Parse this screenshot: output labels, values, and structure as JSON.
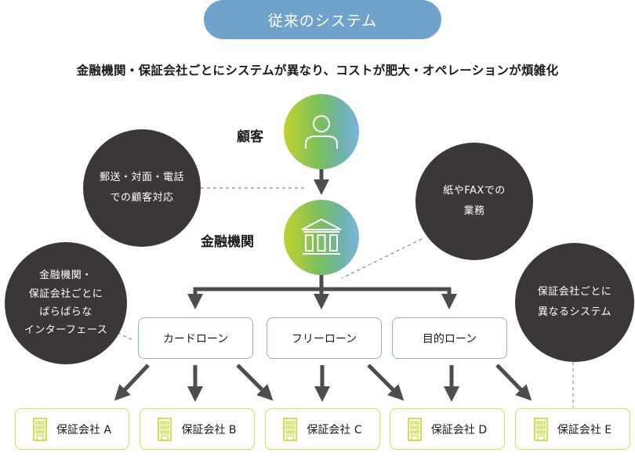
{
  "header": {
    "title": "従来のシステム",
    "subtitle": "金融機関・保証会社ごとにシステムが異なり、コストが肥大・オペレーションが煩雑化"
  },
  "nodes": {
    "customer": {
      "label": "顧客",
      "icon": "person-icon"
    },
    "bank": {
      "label": "金融機関",
      "icon": "bank-building-icon"
    }
  },
  "notes": [
    {
      "lines": [
        "郵送・対面・電話",
        "での顧客対応"
      ]
    },
    {
      "lines": [
        "紙やFAXでの",
        "業務"
      ]
    },
    {
      "lines": [
        "金融機関・",
        "保証会社ごとに",
        "ばらばらな",
        "インターフェース"
      ]
    },
    {
      "lines": [
        "保証会社ごとに",
        "異なるシステム"
      ]
    }
  ],
  "loans": [
    {
      "label": "カードローン"
    },
    {
      "label": "フリーローン"
    },
    {
      "label": "目的ローン"
    }
  ],
  "companies": [
    {
      "label": "保証会社 A",
      "icon": "office-building-icon"
    },
    {
      "label": "保証会社 B",
      "icon": "office-building-icon"
    },
    {
      "label": "保証会社 C",
      "icon": "office-building-icon"
    },
    {
      "label": "保証会社 D",
      "icon": "office-building-icon"
    },
    {
      "label": "保証会社 E",
      "icon": "office-building-icon"
    }
  ],
  "colors": {
    "title_pill": "#6fa3cc",
    "note_circle": "#3a3736",
    "arrow": "#4d4d4d",
    "loan_border": "#8fb0d8",
    "company_border": "#d1e24a",
    "company_icon": "#c5d829"
  }
}
